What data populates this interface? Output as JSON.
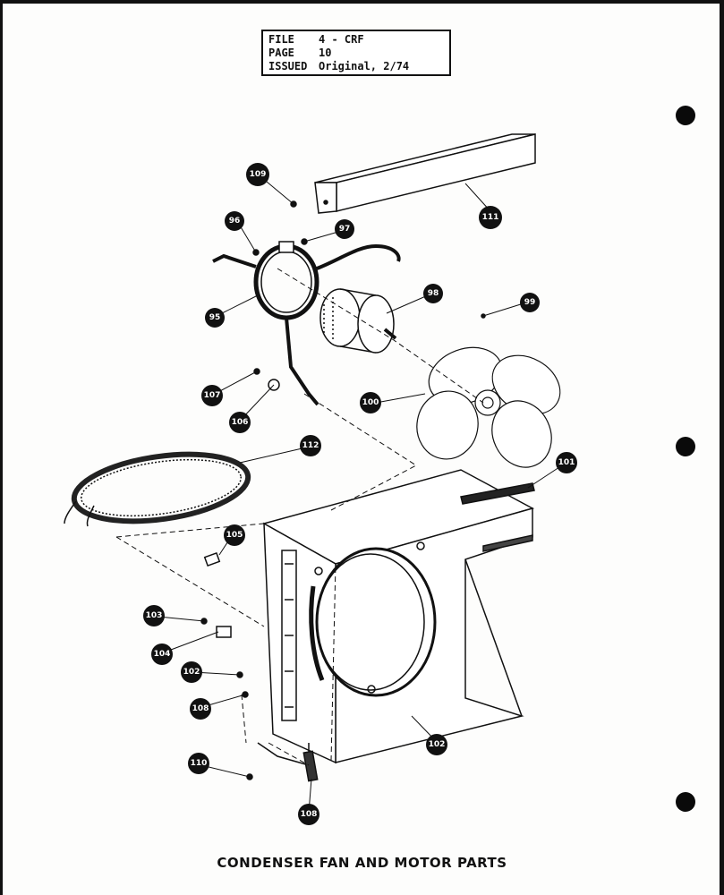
{
  "header": {
    "file_label": "FILE",
    "file_value": "4 - CRF",
    "page_label": "PAGE",
    "page_value": "10",
    "issued_label": "ISSUED",
    "issued_value": "Original, 2/74"
  },
  "caption": "CONDENSER FAN AND MOTOR PARTS",
  "callouts": [
    "109",
    "111",
    "96",
    "97",
    "95",
    "98",
    "99",
    "107",
    "106",
    "100",
    "112",
    "101",
    "105",
    "103",
    "104",
    "102",
    "108",
    "110",
    "102",
    "108"
  ]
}
